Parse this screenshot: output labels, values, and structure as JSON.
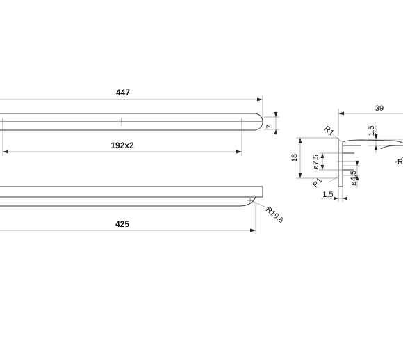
{
  "dimensions": {
    "overall_length": "447",
    "hole_spacing": "192x2",
    "bottom_length": "425",
    "end_radius": "R19.8",
    "height": "7",
    "profile_width": "39",
    "lip_thickness": "1.5",
    "top_radius": "R1",
    "bottom_radius": "R1",
    "profile_height": "18",
    "bore_diameter": "ø7.5",
    "hole_diameter": "ø4.5",
    "base_thickness": "1.5"
  }
}
